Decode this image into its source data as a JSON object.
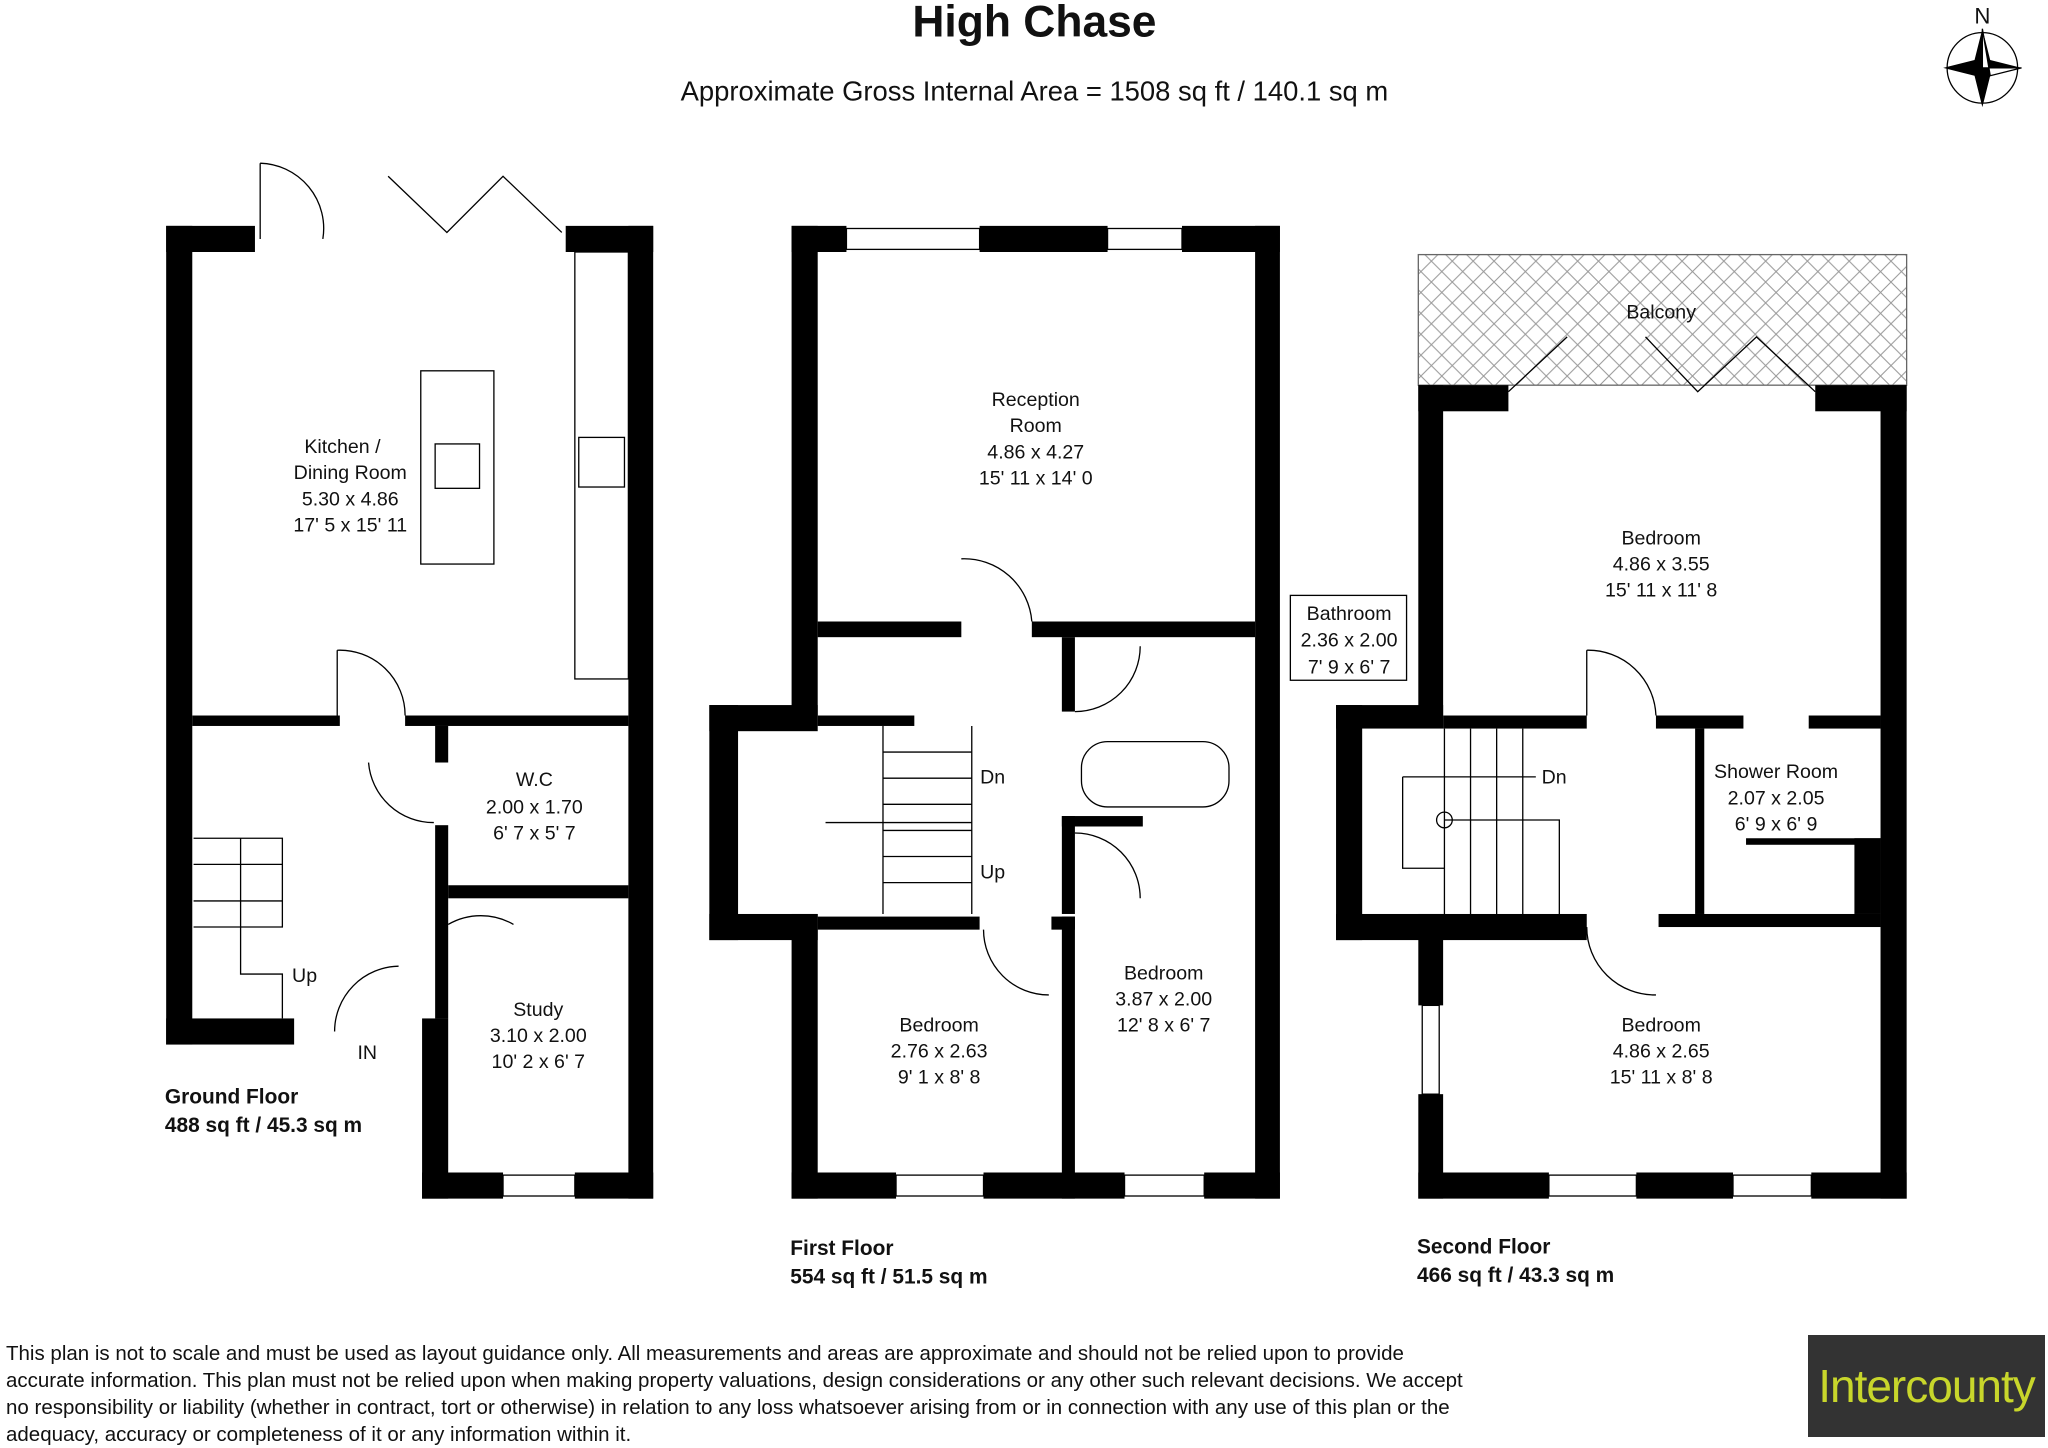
{
  "header": {
    "title": "High Chase",
    "subtitle": "Approximate Gross Internal Area = 1508 sq ft / 140.1 sq m",
    "compass": "N"
  },
  "ground_floor": {
    "name": "Ground Floor",
    "area": "488 sq ft / 45.3 sq m",
    "kitchen": [
      "Kitchen /",
      "Dining Room",
      "5.30 x 4.86",
      "17' 5 x 15' 11"
    ],
    "wc": [
      "W.C",
      "2.00 x 1.70",
      "6' 7 x 5' 7"
    ],
    "study": [
      "Study",
      "3.10 x 2.00",
      "10' 2 x 6' 7"
    ],
    "up": "Up",
    "entrance": "IN"
  },
  "first_floor": {
    "name": "First Floor",
    "area": "554 sq ft / 51.5 sq m",
    "reception": [
      "Reception",
      "Room",
      "4.86 x 4.27",
      "15' 11 x 14' 0"
    ],
    "bathroom": [
      "Bathroom",
      "2.36 x 2.00",
      "7' 9 x 6' 7"
    ],
    "bedroom1": [
      "Bedroom",
      "2.76 x 2.63",
      "9' 1 x 8' 8"
    ],
    "bedroom2": [
      "Bedroom",
      "3.87 x 2.00",
      "12' 8 x 6' 7"
    ],
    "dn": "Dn",
    "up": "Up"
  },
  "second_floor": {
    "name": "Second Floor",
    "area": "466 sq ft / 43.3 sq m",
    "balcony": "Balcony",
    "bedroom1": [
      "Bedroom",
      "4.86 x 3.55",
      "15' 11 x 11' 8"
    ],
    "shower": [
      "Shower Room",
      "2.07 x 2.05",
      "6' 9 x 6' 9"
    ],
    "bedroom2": [
      "Bedroom",
      "4.86 x 2.65",
      "15' 11 x 8' 8"
    ],
    "dn": "Dn"
  },
  "disclaimer": "This plan is not to scale and must be used as layout guidance only. All measurements and areas are approximate and should not be relied upon to provide accurate information. This plan must not be relied upon when making property valuations, design considerations or any other such relevant decisions. We accept no responsibility or liability (whether in contract, tort or otherwise) in relation to any loss whatsoever arising from or in connection with any use of this plan or the adequacy, accuracy or completeness of it or any information within it.",
  "logo": "Intercounty",
  "colors": {
    "wall": "#000000",
    "logo_bg": "#333333",
    "logo_text": "#c8d62b"
  }
}
